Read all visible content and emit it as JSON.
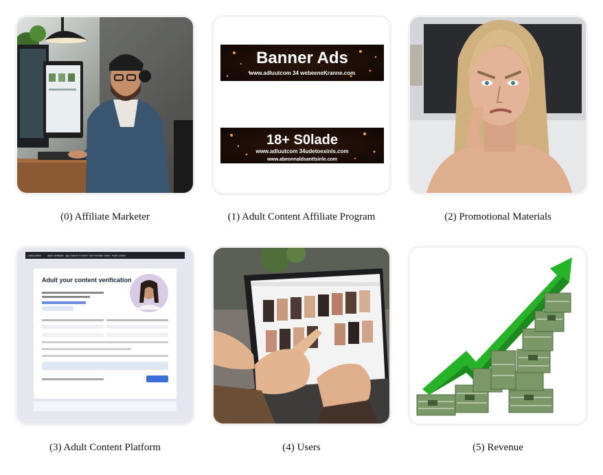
{
  "items": [
    {
      "caption": "(0) Affiliate Marketer"
    },
    {
      "caption": "(1) Adult Content Affiliate Program",
      "banners": [
        {
          "headline": "Banner Ads",
          "subline": "www.adluutcom 34 webeeneKranne.com"
        },
        {
          "headline": "18+ S0lade",
          "subline": "www.adluutcom 34udetoexinls.com",
          "subline2": "www.abeonnaldsanttsinle.com"
        }
      ]
    },
    {
      "caption": "(2) Promotional Materials"
    },
    {
      "caption": "(3) Adult Content Platform",
      "screen": {
        "heading": "Adult your content verification",
        "nav": [
          "sabcy lation",
          "adult verificaiw",
          "age cnteent",
          "Content",
          "Your Verutlse valtes",
          "Aude Uoiani"
        ]
      }
    },
    {
      "caption": "(4) Users"
    },
    {
      "caption": "(5) Revenue"
    }
  ],
  "colors": {
    "banner_bg": "#1a0c06",
    "banner_spark": "#e07a1e",
    "arrow_green": "#27b327",
    "money_green": "#6f8f5a"
  }
}
